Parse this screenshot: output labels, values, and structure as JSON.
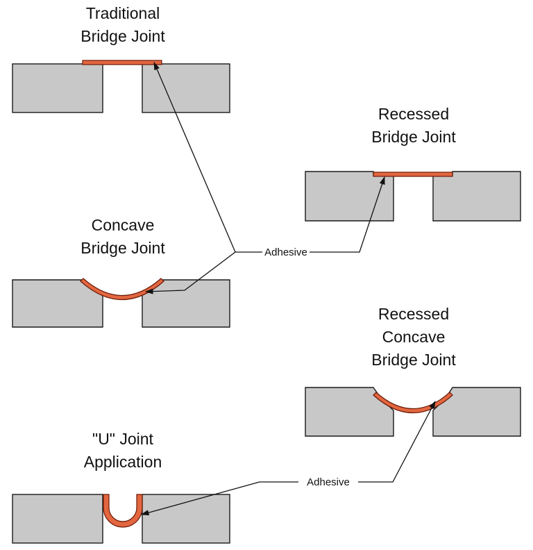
{
  "labels": {
    "traditional": {
      "line1": "Traditional",
      "line2": "Bridge Joint"
    },
    "recessed": {
      "line1": "Recessed",
      "line2": "Bridge Joint"
    },
    "concave": {
      "line1": "Concave",
      "line2": "Bridge Joint"
    },
    "recessed_concave": {
      "line1": "Recessed",
      "line2": "Concave",
      "line3": "Bridge Joint"
    },
    "u_joint": {
      "line1": "\"U\" Joint",
      "line2": "Application"
    }
  },
  "callouts": {
    "adhesive_upper": "Adhesive",
    "adhesive_lower": "Adhesive"
  },
  "colors": {
    "block_fill": "#c8c8c8",
    "adhesive_fill": "#e2663f",
    "outline": "#1a1a1a"
  }
}
